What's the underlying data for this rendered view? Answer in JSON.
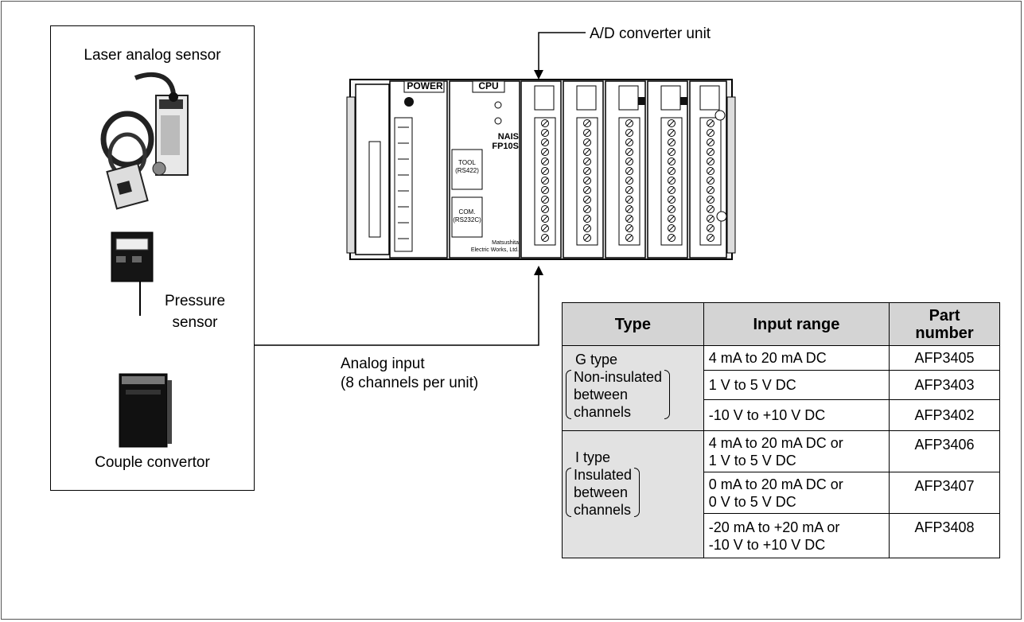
{
  "sensors": {
    "laser_label": "Laser analog sensor",
    "pressure_label_1": "Pressure",
    "pressure_label_2": "sensor",
    "couple_label": "Couple convertor"
  },
  "plc": {
    "converter_label": "A/D converter unit",
    "power_label": "POWER",
    "cpu_label": "CPU",
    "brand_line1": "NAIS",
    "brand_line2": "FP10S",
    "tool_label1": "TOOL",
    "tool_label2": "(RS422)",
    "com_label1": "COM.",
    "com_label2": "(RS232C)",
    "maker_line1": "Matsushita",
    "maker_line2": "Electric Works, Ltd."
  },
  "connection": {
    "line1": "Analog input",
    "line2": "(8 channels per unit)"
  },
  "table": {
    "headers": [
      "Type",
      "Input range",
      "Part number"
    ],
    "groups": [
      {
        "type_name": "G type",
        "type_desc": [
          "Non-insulated",
          "between",
          "channels"
        ],
        "rows": [
          {
            "range": [
              "4 mA to 20 mA DC"
            ],
            "part": "AFP3405"
          },
          {
            "range": [
              "1 V to 5 V DC"
            ],
            "part": "AFP3403"
          },
          {
            "range": [
              "-10 V to +10 V DC"
            ],
            "part": "AFP3402"
          }
        ]
      },
      {
        "type_name": "I type",
        "type_desc": [
          "Insulated",
          "between",
          "channels"
        ],
        "rows": [
          {
            "range": [
              "4 mA to 20 mA DC or",
              "1 V to 5 V DC"
            ],
            "part": "AFP3406"
          },
          {
            "range": [
              "0 mA to 20 mA DC or",
              "0 V to 5 V DC"
            ],
            "part": "AFP3407"
          },
          {
            "range": [
              "-20 mA to +20 mA or",
              "-10 V to +10 V DC"
            ],
            "part": "AFP3408"
          }
        ]
      }
    ]
  },
  "colors": {
    "header_fill": "#d4d4d4",
    "type_fill": "#e2e2e2",
    "line": "#000000"
  }
}
